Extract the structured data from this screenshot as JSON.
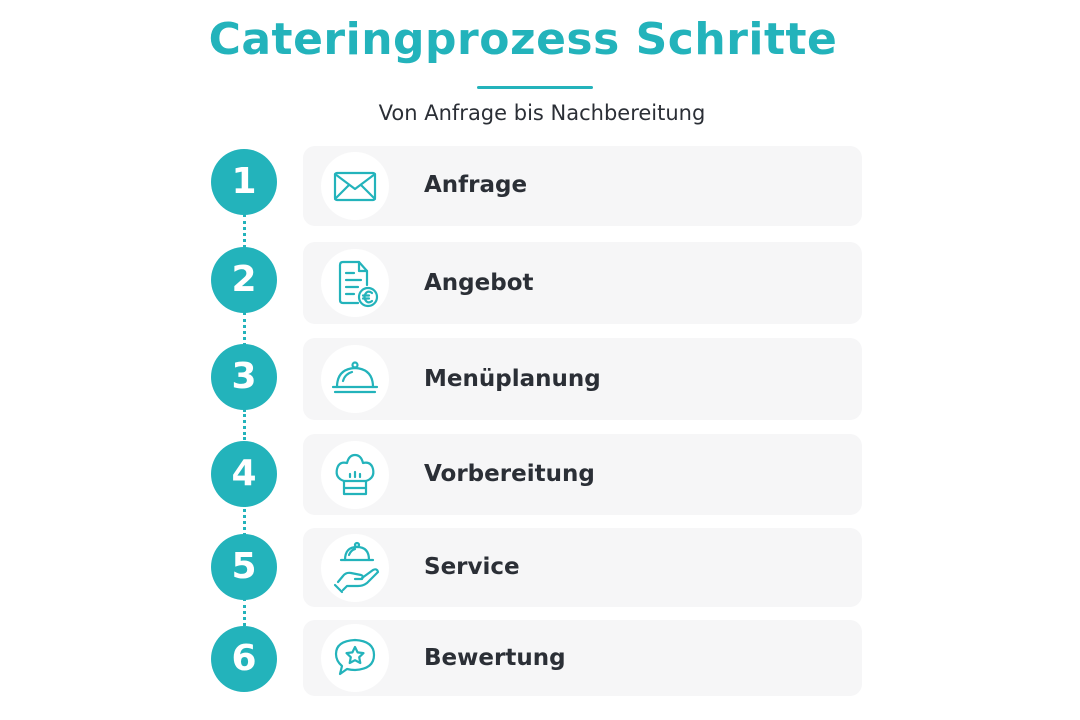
{
  "header": {
    "title": "Cateringprozess Schritte",
    "subtitle": "Von Anfrage bis Nachbereitung"
  },
  "colors": {
    "accent": "#23b3bb",
    "card_background": "#f6f6f7",
    "text": "#2b2f36"
  },
  "steps": [
    {
      "number": "1",
      "label": "Anfrage",
      "icon": "envelope-icon"
    },
    {
      "number": "2",
      "label": "Angebot",
      "icon": "document-euro-icon"
    },
    {
      "number": "3",
      "label": "Menüplanung",
      "icon": "cloche-icon"
    },
    {
      "number": "4",
      "label": "Vorbereitung",
      "icon": "chef-hat-icon"
    },
    {
      "number": "5",
      "label": "Service",
      "icon": "serving-hand-icon"
    },
    {
      "number": "6",
      "label": "Bewertung",
      "icon": "star-speech-bubble-icon"
    }
  ]
}
